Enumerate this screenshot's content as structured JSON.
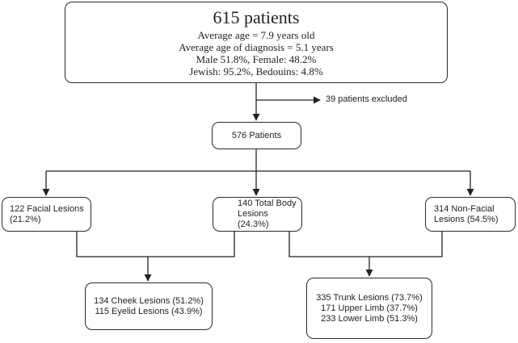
{
  "top": {
    "title": "615 patients",
    "lines": [
      "Average age = 7.9 years old",
      "Average age of diagnosis = 5.1 years",
      "Male 51.8%, Female: 48.2%",
      "Jewish: 95.2%, Bedouins: 4.8%"
    ]
  },
  "excluded": "39 patients excluded",
  "patients_box": "576 Patients",
  "facial": {
    "line1": "122 Facial Lesions",
    "line2": "(21.2%)"
  },
  "total_body": {
    "line1": "140 Total Body",
    "line2": "Lesions (24.3%)"
  },
  "non_facial": {
    "line1": "314 Non-Facial",
    "line2": "Lesions (54.5%)"
  },
  "facial_detail": {
    "lines": [
      "134 Cheek Lesions (51.2%)",
      "115 Eyelid Lesions (43.9%)"
    ]
  },
  "nonfacial_detail": {
    "lines": [
      "335 Trunk Lesions (73.7%)",
      "171 Upper Limb (37.7%)",
      "233 Lower Limb (51.3%)"
    ]
  }
}
